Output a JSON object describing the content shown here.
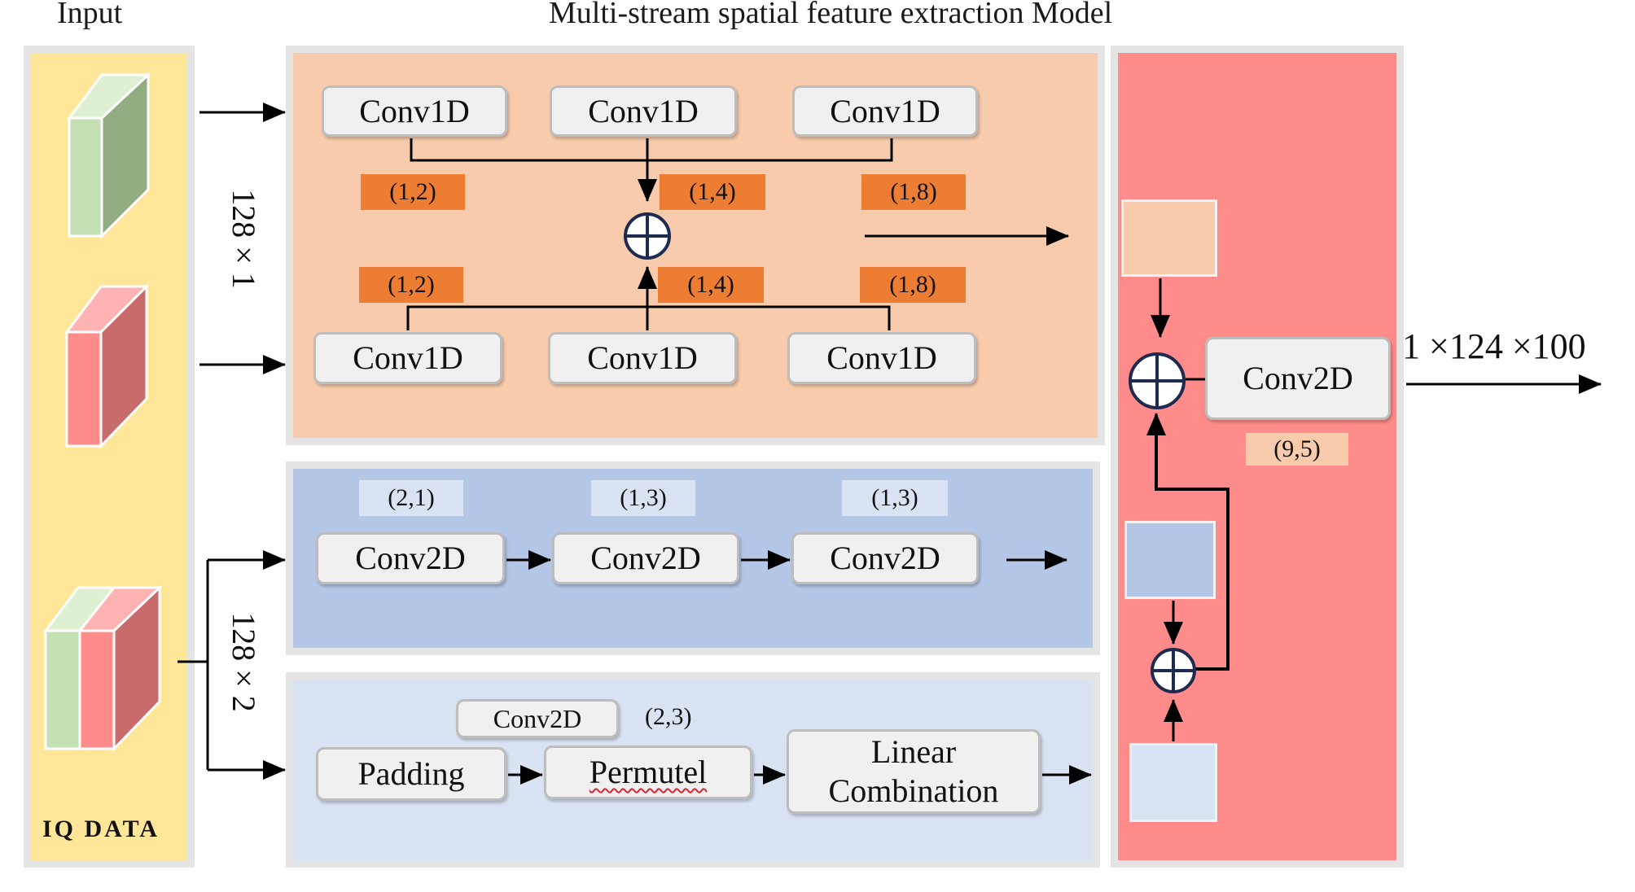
{
  "titles": {
    "input": "Input",
    "model": "Multi-stream spatial  feature extraction  Model"
  },
  "input_panel": {
    "label": "IQ DATA",
    "dim_top": "128 × 1",
    "dim_bottom": "128 × 2"
  },
  "stream1": {
    "top_convs": [
      "Conv1D",
      "Conv1D",
      "Conv1D"
    ],
    "top_kernels": [
      "(1,2)",
      "(1,4)",
      "(1,8)"
    ],
    "bottom_convs": [
      "Conv1D",
      "Conv1D",
      "Conv1D"
    ],
    "bottom_kernels": [
      "(1,2)",
      "(1,4)",
      "(1,8)"
    ]
  },
  "stream2": {
    "kernels": [
      "(2,1)",
      "(1,3)",
      "(1,3)"
    ],
    "convs": [
      "Conv2D",
      "Conv2D",
      "Conv2D"
    ]
  },
  "stream3": {
    "conv_label": "Conv2D",
    "kernel": "(2,3)",
    "padding": "Padding",
    "permute": "Permutel",
    "linear_line1": "Linear",
    "linear_line2": "Combination"
  },
  "fusion": {
    "conv": "Conv2D",
    "kernel": "(9,5)",
    "output": "1 ×124 ×100"
  },
  "colors": {
    "input_bg": "#ffe699",
    "stream1_bg": "#f8cbad",
    "stream2_bg": "#b4c7e7",
    "stream3_bg": "#dae3f3",
    "fusion_bg": "#ff8b8b",
    "kernel_orange": "#ec7d32"
  }
}
